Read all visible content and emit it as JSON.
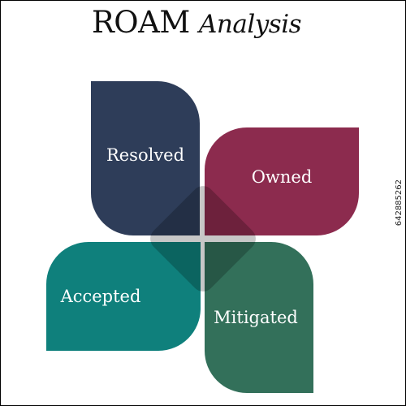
{
  "title": {
    "main": "ROAM",
    "sub": "Analysis"
  },
  "petals": [
    {
      "label": "Resolved",
      "color": "#2e3d59"
    },
    {
      "label": "Owned",
      "color": "#8c2b4e"
    },
    {
      "label": "Accepted",
      "color": "#0f807c"
    },
    {
      "label": "Mitigated",
      "color": "#33705a"
    }
  ],
  "stock_id": "642885262"
}
